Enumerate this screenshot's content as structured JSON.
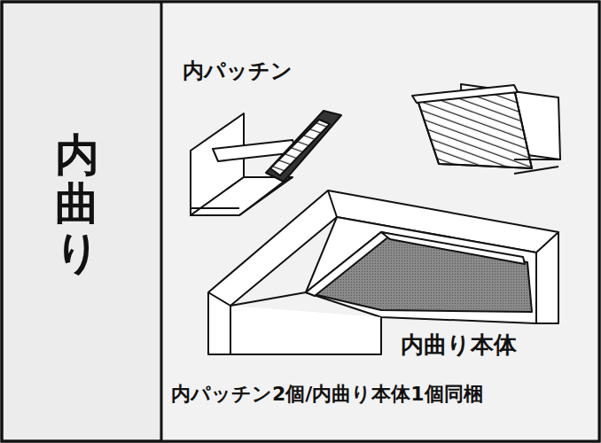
{
  "diagram": {
    "labels": [
      "内曲り",
      "内パッチン",
      "内曲り本体",
      "内パッチン2個/内曲り本体1個同梱"
    ]
  }
}
